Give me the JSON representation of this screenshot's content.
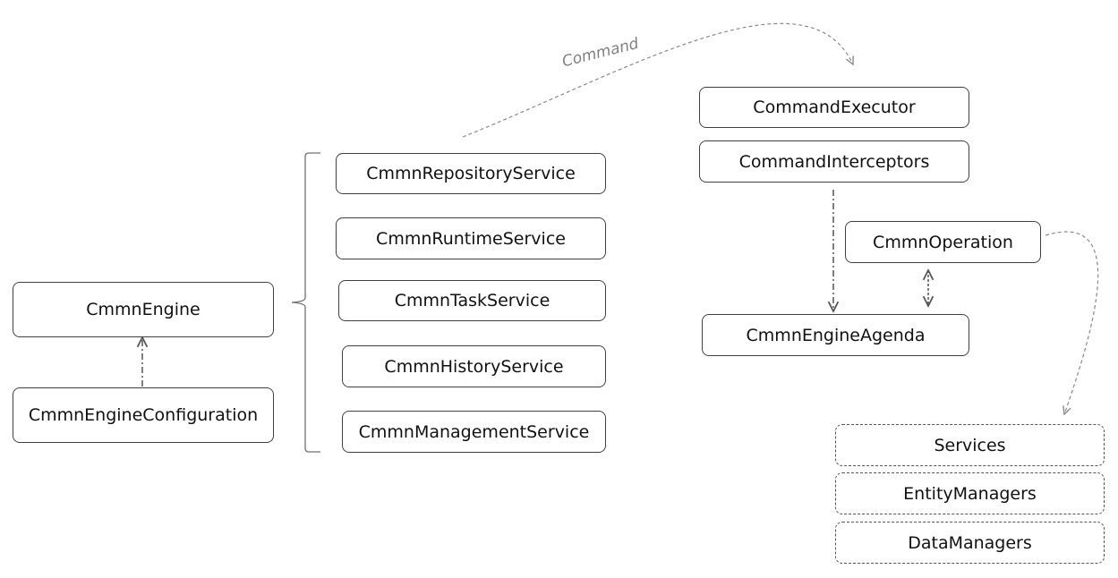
{
  "nodes": {
    "cmmn_engine": "CmmnEngine",
    "cmmn_engine_configuration": "CmmnEngineConfiguration",
    "cmmn_repository_service": "CmmnRepositoryService",
    "cmmn_runtime_service": "CmmnRuntimeService",
    "cmmn_task_service": "CmmnTaskService",
    "cmmn_history_service": "CmmnHistoryService",
    "cmmn_management_service": "CmmnManagementService",
    "command_executor": "CommandExecutor",
    "command_interceptors": "CommandInterceptors",
    "cmmn_operation": "CmmnOperation",
    "cmmn_engine_agenda": "CmmnEngineAgenda",
    "services": "Services",
    "entity_managers": "EntityManagers",
    "data_managers": "DataManagers"
  },
  "edge_labels": {
    "command": "Command"
  },
  "colors": {
    "box_border": "#404040",
    "line": "#555555",
    "label": "#808080"
  }
}
